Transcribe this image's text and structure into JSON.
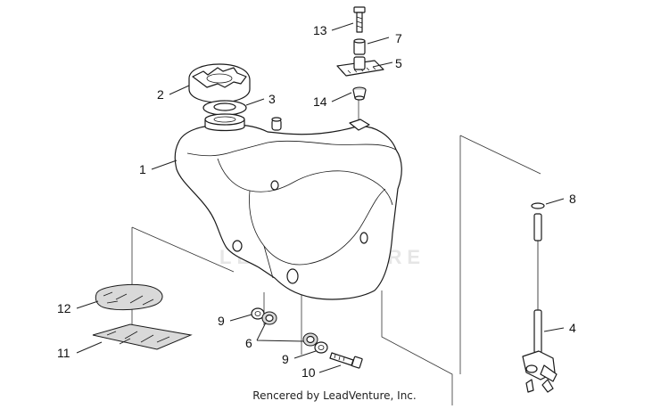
{
  "callouts": {
    "c1": "1",
    "c2": "2",
    "c3": "3",
    "c4": "4",
    "c5": "5",
    "c6": "6",
    "c7": "7",
    "c8": "8",
    "c9a": "9",
    "c9b": "9",
    "c10": "10",
    "c11": "11",
    "c12": "12",
    "c13": "13",
    "c14": "14"
  },
  "watermark": "LEADVENTURE",
  "footer": "Rencered by LeadVenture, Inc."
}
